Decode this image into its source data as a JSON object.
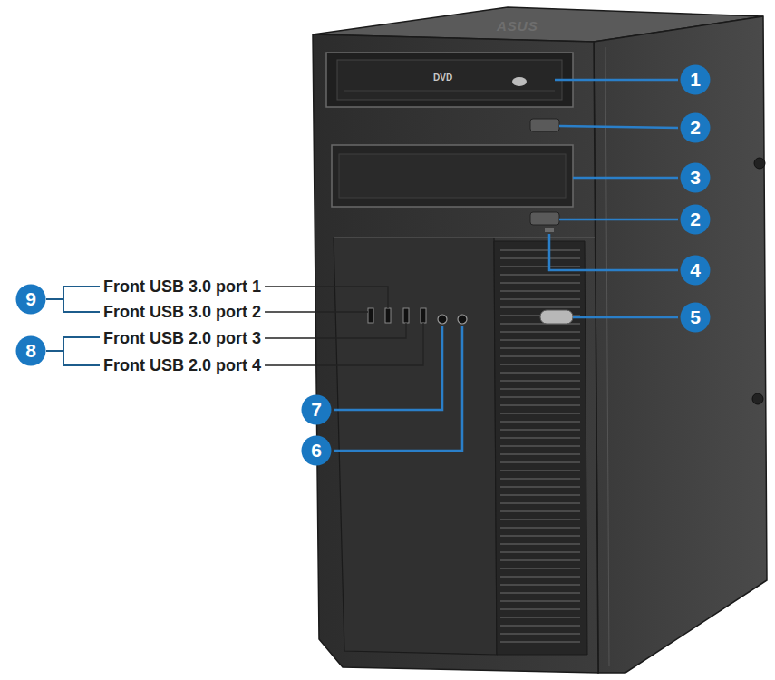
{
  "diagram": {
    "nodes": [
      {
        "text": [
          "1"
        ]
      },
      {
        "text": [
          "2"
        ]
      },
      {
        "text": [
          "3"
        ]
      },
      {
        "text": [
          "2"
        ]
      },
      {
        "text": [
          "4"
        ]
      },
      {
        "text": [
          "9"
        ]
      },
      {
        "text": [
          "5"
        ]
      },
      {
        "text": [
          "8"
        ]
      },
      {
        "text": [
          "7"
        ]
      },
      {
        "text": [
          "6"
        ]
      }
    ],
    "labels": [
      "ASUS",
      "DVD",
      "Front USB 3.0 port 1",
      "Front USB 3.0 port 2",
      "Front USB 2.0 port 3",
      "Front USB 2.0 port 4"
    ]
  }
}
